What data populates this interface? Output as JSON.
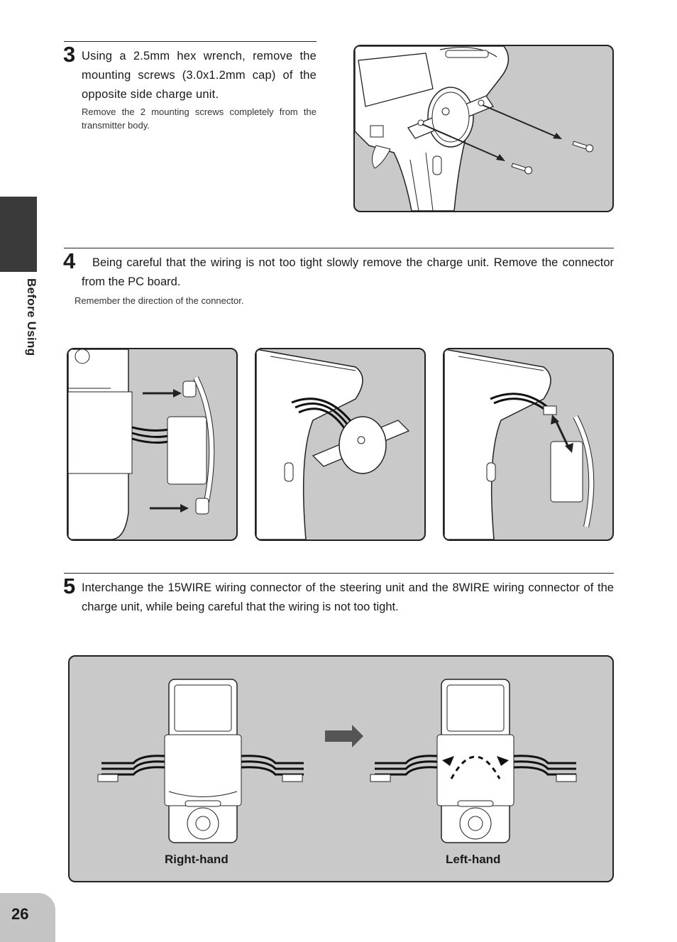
{
  "side_label": "Before Using",
  "page_number": "26",
  "step3": {
    "number": "3",
    "text": "Using a 2.5mm hex wrench, remove the mounting screws (3.0x1.2mm cap) of the opposite side charge unit.",
    "note": "Remove the 2 mounting screws completely from the transmitter body."
  },
  "step4": {
    "number": "4",
    "text": "Being careful that the wiring is not too tight slowly remove the charge unit. Remove the connector from the PC board.",
    "note": "Remember the direction of the connector."
  },
  "step5": {
    "number": "5",
    "text": "Interchange the 15WIRE wiring connector of the steering unit and the 8WIRE wiring connector of the charge unit, while being careful that the wiring is not too tight."
  },
  "labels": {
    "right_hand": "Right-hand",
    "left_hand": "Left-hand"
  },
  "colors": {
    "panel_fill": "#c9c9c9",
    "side_tab": "#3a3a3a",
    "arrow": "#555555"
  }
}
